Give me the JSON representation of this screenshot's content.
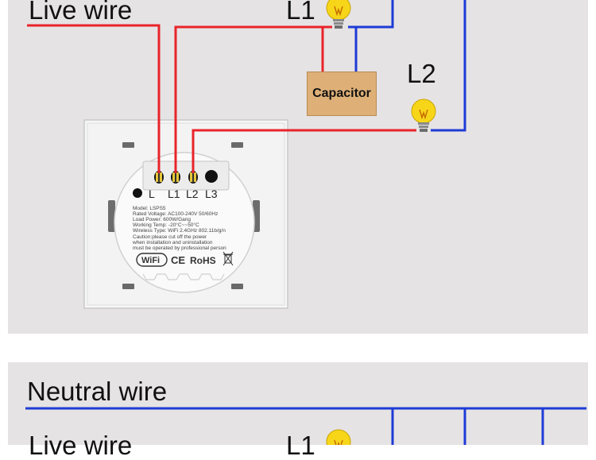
{
  "diagram_top": {
    "live_wire_label": "Live wire",
    "l1_label": "L1",
    "l2_label": "L2",
    "capacitor_label": "Capacitor",
    "terminals": [
      "L",
      "L1",
      "L2",
      "L3"
    ],
    "switch_specs": [
      "Model: LSPS5",
      "Rated Voltage: AC100-240V 50/60Hz",
      "Load Power: 600W/Gang",
      "Working Temp: -20°C~~50°C",
      "Wireless Type: WiFi 2.4GHz 802.11b/g/n",
      "Caution:please cut off the power",
      "when installation and uninstallation",
      "must be operated by professional person"
    ],
    "certifications": {
      "wifi": "WiFi",
      "ce": "CE",
      "rohs": "RoHS"
    }
  },
  "diagram_bottom": {
    "neutral_wire_label": "Neutral wire",
    "live_wire_label": "Live wire",
    "l1_label": "L1"
  },
  "colors": {
    "panel_bg": "#e6e3e4",
    "live_wire": "#e8242a",
    "neutral_wire": "#1f3bd6",
    "capacitor": "#deb077",
    "bulb": "#f7d61a"
  },
  "icons": [
    "light-bulb-icon",
    "weee-bin-icon"
  ]
}
